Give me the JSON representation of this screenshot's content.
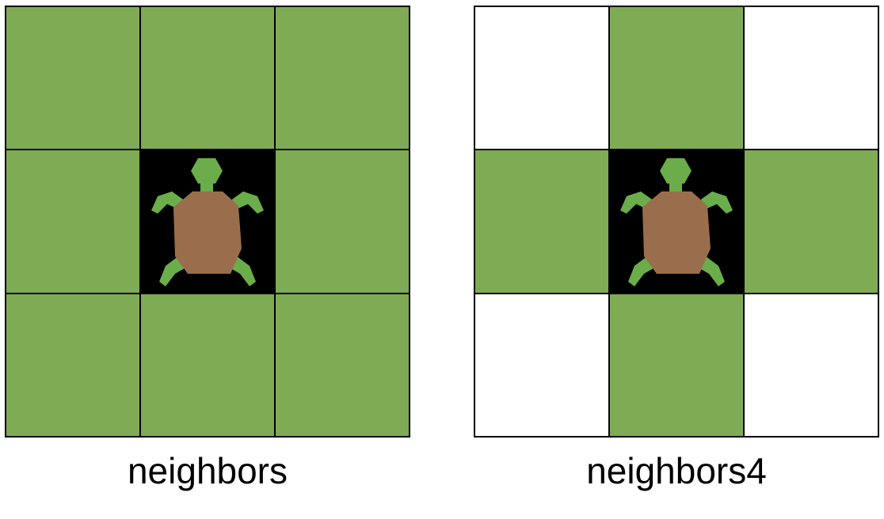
{
  "panels": [
    {
      "caption": "neighbors",
      "cells": [
        "on",
        "on",
        "on",
        "on",
        "turtle",
        "on",
        "on",
        "on",
        "on"
      ]
    },
    {
      "caption": "neighbors4",
      "cells": [
        "off",
        "on",
        "off",
        "on",
        "turtle",
        "on",
        "off",
        "on",
        "off"
      ]
    }
  ],
  "colors": {
    "highlight": "#7fab55",
    "empty": "#ffffff",
    "turtle_cell": "#000000",
    "turtle_shell": "#9a6e4c",
    "turtle_limbs": "#6aad4a",
    "grid_lines": "#000000"
  },
  "icons": {
    "agent": "turtle-icon"
  }
}
